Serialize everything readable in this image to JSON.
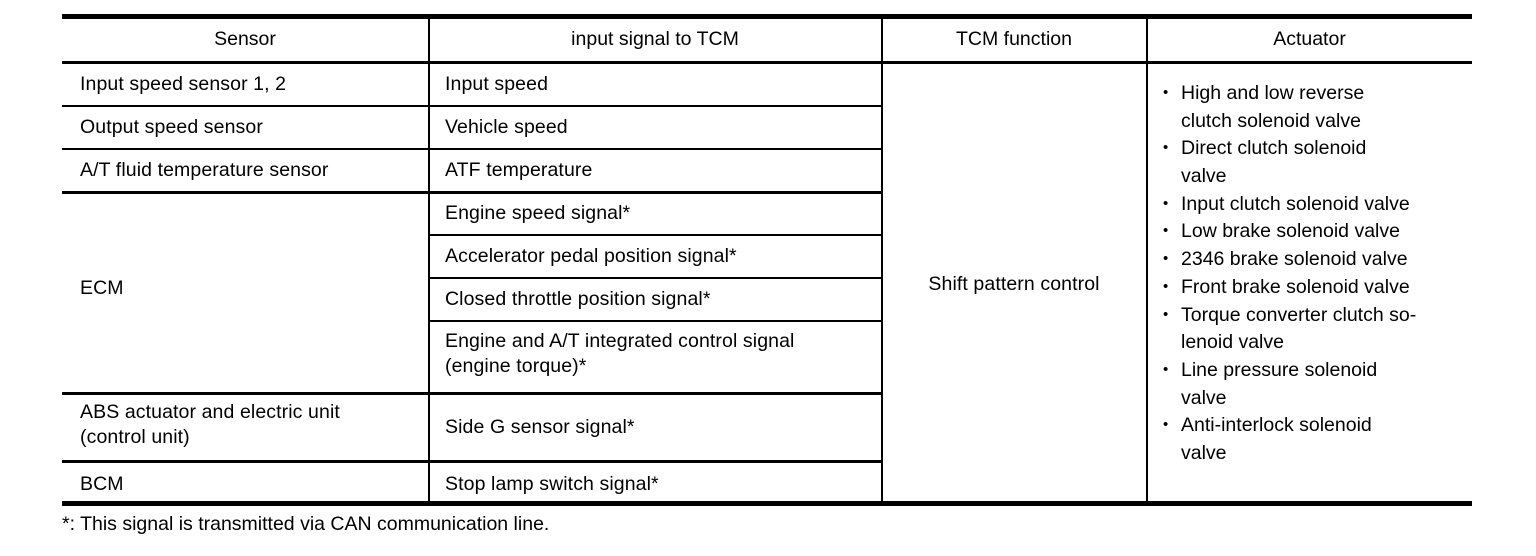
{
  "table": {
    "headers": [
      "Sensor",
      "input signal to TCM",
      "TCM function",
      "Actuator"
    ],
    "sensors": [
      "Input speed sensor 1, 2",
      "Output speed sensor",
      "A/T fluid temperature sensor",
      "ECM",
      "ABS actuator and electric unit\n(control unit)",
      "BCM"
    ],
    "signals": [
      "Input speed",
      "Vehicle speed",
      "ATF temperature",
      "Engine speed signal*",
      "Accelerator pedal position signal*",
      "Closed throttle position signal*",
      "Engine and A/T integrated control signal\n(engine torque)*",
      "Side G sensor signal*",
      "Stop lamp switch signal*"
    ],
    "tcm_function": "Shift pattern control",
    "actuators": [
      "High and low reverse\nclutch solenoid valve",
      "Direct clutch solenoid\nvalve",
      "Input clutch solenoid valve",
      "Low brake solenoid valve",
      "2346 brake solenoid valve",
      "Front brake solenoid valve",
      "Torque converter clutch so-\nlenoid valve",
      "Line pressure solenoid\nvalve",
      "Anti-interlock solenoid\nvalve"
    ],
    "bullet_glyph": "•"
  },
  "footnote": "*: This signal is transmitted via CAN communication line."
}
